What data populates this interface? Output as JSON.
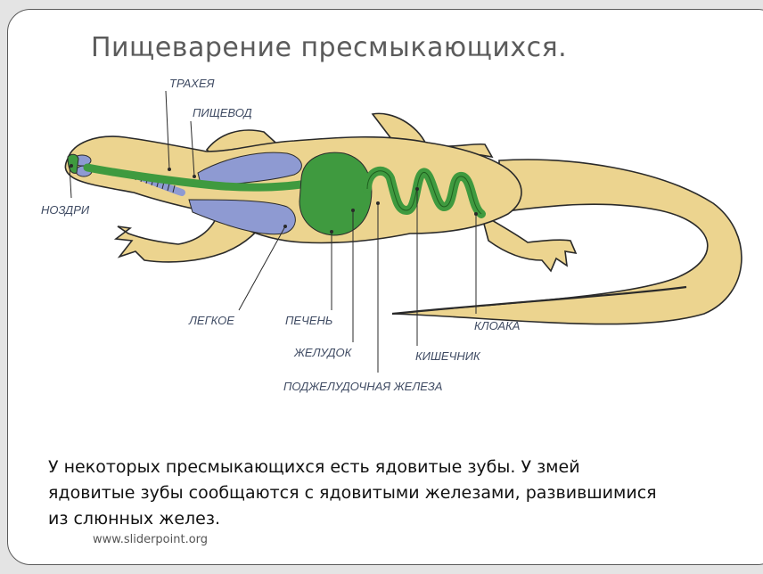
{
  "slide": {
    "title": "Пищеварение пресмыкающихся.",
    "caption": "У некоторых пресмыкающихся есть ядовитые зубы. У змей ядовитые зубы сообщаются с ядовитыми железами, развившимися из слюнных желез.",
    "source": "www.sliderpoint.org"
  },
  "diagram": {
    "labels": {
      "trachea": "ТРАХЕЯ",
      "esophagus": "ПИЩЕВОД",
      "nostrils": "НОЗДРИ",
      "lung": "ЛЕГКОЕ",
      "liver": "ПЕЧЕНЬ",
      "stomach": "ЖЕЛУДОК",
      "pancreas": "ПОДЖЕЛУДОЧНАЯ ЖЕЛЕЗА",
      "intestine": "КИШЕЧНИК",
      "cloaca": "КЛОАКА"
    },
    "colors": {
      "body": "#ecd48f",
      "outline": "#2a2a2a",
      "digestive": "#3f9a3f",
      "lungs": "#8e9ad2",
      "label_text": "#3f4b63"
    }
  }
}
